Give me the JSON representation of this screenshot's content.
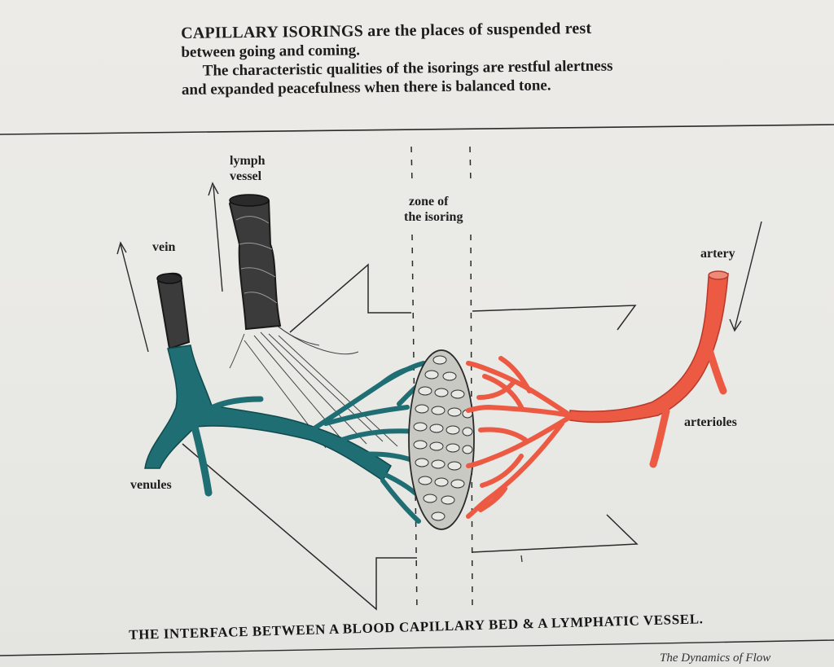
{
  "intro": {
    "lead_term": "CAPILLARY ISORINGS",
    "lead_rest": " are the places of suspended rest",
    "line2": "between going and coming.",
    "para2_line1": "The characteristic qualities of the isorings are restful alertness",
    "para2_line2": "and expanded peacefulness when there is balanced tone."
  },
  "labels": {
    "lymph_line1": "lymph",
    "lymph_line2": "vessel",
    "vein": "vein",
    "zone_line1": "zone of",
    "zone_line2": "the isoring",
    "artery": "artery",
    "arterioles": "arterioles",
    "venules": "venules"
  },
  "caption": "THE INTERFACE BETWEEN A BLOOD CAPILLARY BED & A LYMPHATIC VESSEL.",
  "source": "The Dynamics of Flow",
  "colors": {
    "vein": "#1f6e74",
    "artery": "#ec5a44",
    "lymph": "#3b3b3b",
    "capillary": "#bdbdb8",
    "ink": "#1d1d1d"
  }
}
